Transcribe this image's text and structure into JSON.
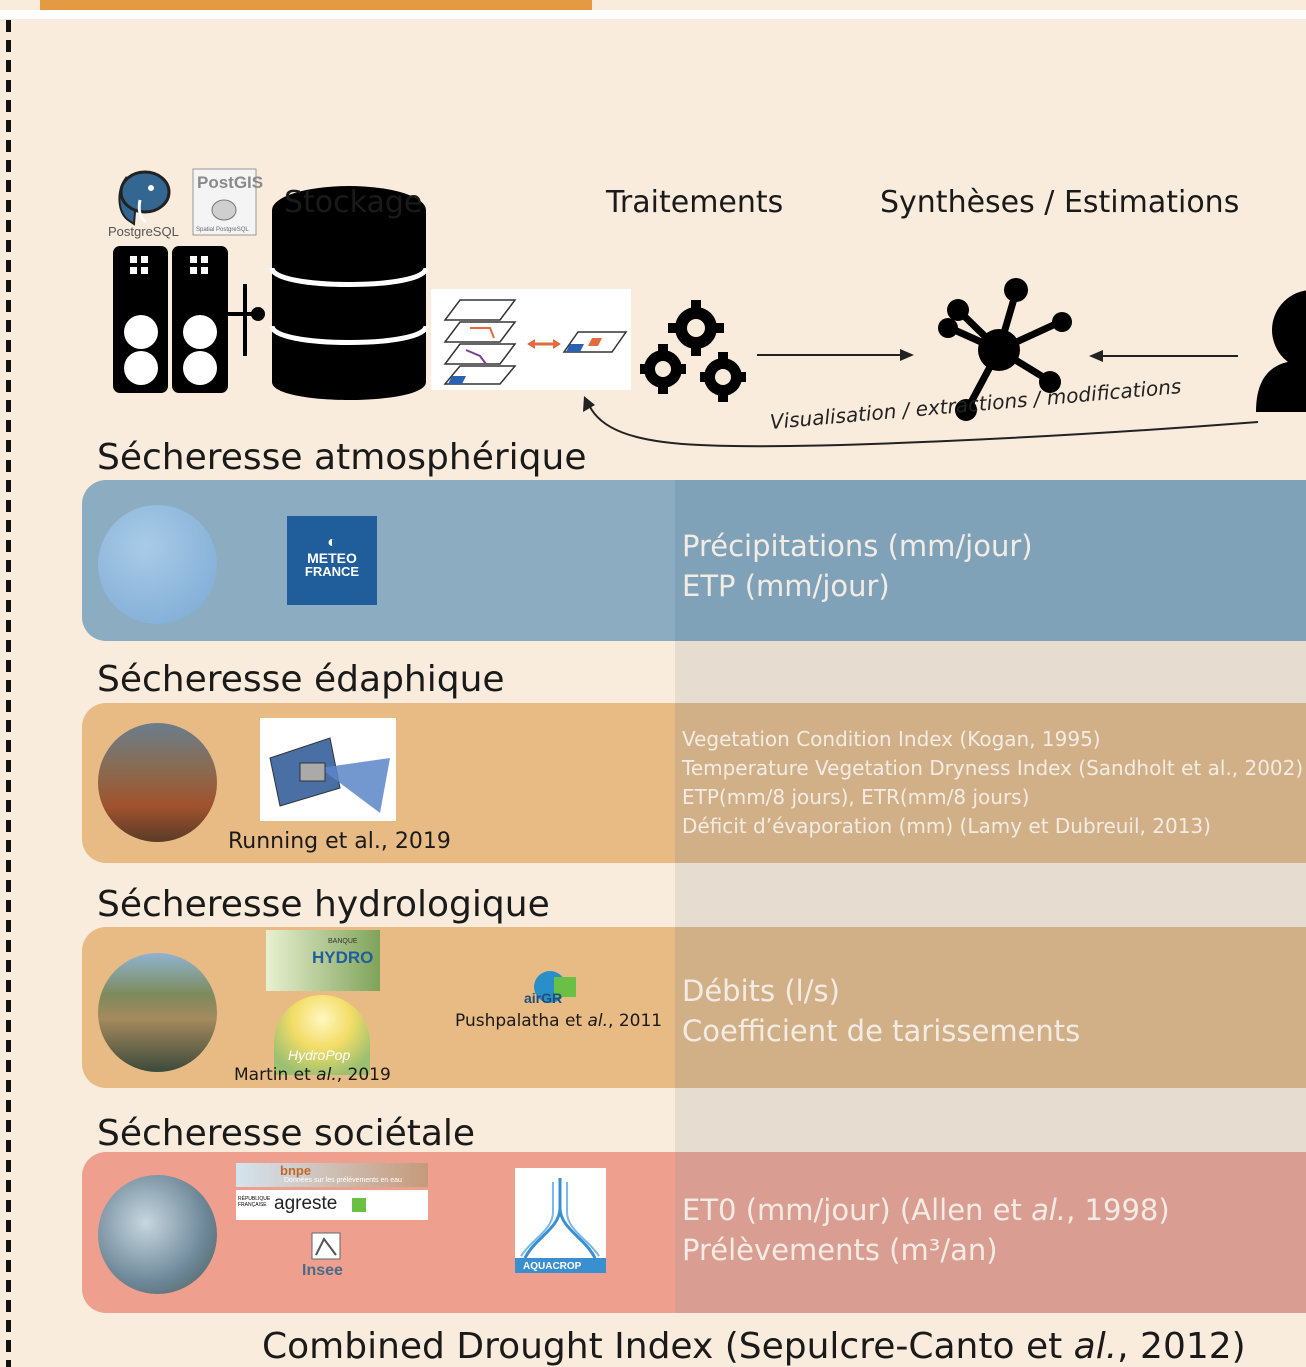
{
  "header": {
    "stockage": "Stockage",
    "traitements": "Traitements",
    "syntheses": "Synthèses / Estimations"
  },
  "logos": {
    "postgresql": "PostgreSQL",
    "postgis": "PostGIS",
    "postgis_sub": "Spatial PostgreSQL",
    "meteo_line1": "METEO",
    "meteo_line2": "FRANCE",
    "hydro": "HYDRO",
    "banque": "BANQUE",
    "hydropop": "HydroPop",
    "airgr": "airGR",
    "bnpe": "bnpe",
    "bnpe_sub": "Données sur les prélèvements en eau",
    "agreste": "agreste",
    "republique": "RÉPUBLIQUE FRANÇAISE",
    "insee": "Insee",
    "aquacrop": "AQUACROP"
  },
  "curve_label": "Visualisation / extractions / modifications",
  "sections": {
    "atmos": {
      "title": "Sécheresse atmosphérique",
      "metrics": [
        "Précipitations (mm/jour)",
        "ETP (mm/jour)"
      ]
    },
    "edaph": {
      "title": "Sécheresse édaphique",
      "citation": "Running et al., 2019",
      "metrics": [
        "Vegetation Condition Index (Kogan, 1995)",
        "Temperature Vegetation Dryness Index (Sandholt et al., 2002)",
        "ETP(mm/8 jours), ETR(mm/8 jours)",
        "Déficit d’évaporation (mm) (Lamy et Dubreuil, 2013)"
      ]
    },
    "hydro": {
      "title": "Sécheresse hydrologique",
      "citation_martin_a": "Martin et ",
      "citation_martin_b": "al.",
      "citation_martin_c": ", 2019",
      "citation_push_a": "Pushpalatha et ",
      "citation_push_b": "al.",
      "citation_push_c": ", 2011",
      "metrics": [
        "Débits (l/s)",
        "Coefficient de tarissements"
      ]
    },
    "soc": {
      "title": "Sécheresse sociétale",
      "metric1_a": "ET0 (mm/jour) (Allen et ",
      "metric1_b": "al.",
      "metric1_c": ", 1998)",
      "metric2": "Prélèvements (m³/an)"
    }
  },
  "bottom": {
    "a": "Combined Drought Index (Sepulcre-Canto et ",
    "b": "al.",
    "c": ", 2012)"
  },
  "colors": {
    "background": "#f9ecdc",
    "banner": "#e39a43",
    "atmos_left": "#8bacc1",
    "atmos_right": "#7fa2b8",
    "edaph_left": "#e8bb84",
    "edaph_right": "#d1b088",
    "soc_left": "#ef9f8e",
    "soc_right": "#d99d91",
    "meteo_blue": "#1f5e9a"
  }
}
